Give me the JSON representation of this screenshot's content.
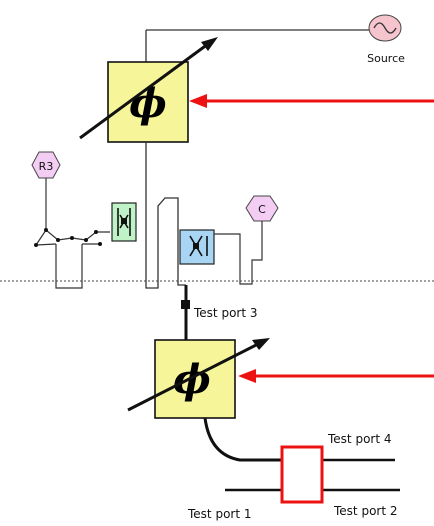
{
  "labels": {
    "source": "Source",
    "r3": "R3",
    "c": "C",
    "test_port_1": "Test port 1",
    "test_port_2": "Test port 2",
    "test_port_3": "Test port 3",
    "test_port_4": "Test port 4"
  },
  "symbols": {
    "phase_shifter": "ϕ"
  },
  "colors": {
    "phase_box_fill": "#f6f59a",
    "coupler_green": "#bff2c6",
    "coupler_blue": "#a9d5f5",
    "tag_fill": "#f3cdf3",
    "source_fill": "#f6c4cc",
    "arrow_red": "#ee1111",
    "switch_red": "#ee1111"
  },
  "icons": {
    "source": "sine-wave-source-icon",
    "coupler": "directional-coupler-icon"
  }
}
